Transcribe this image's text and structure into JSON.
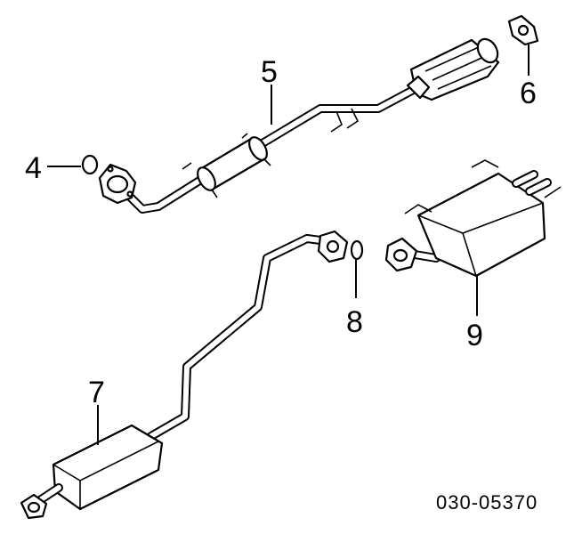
{
  "callouts": {
    "front_pipe": "5",
    "gasket_top": "6",
    "gasket_left": "4",
    "gasket_mid": "8",
    "main_muffler": "9",
    "center_muffler": "7"
  },
  "diagram_code": "030-05370"
}
